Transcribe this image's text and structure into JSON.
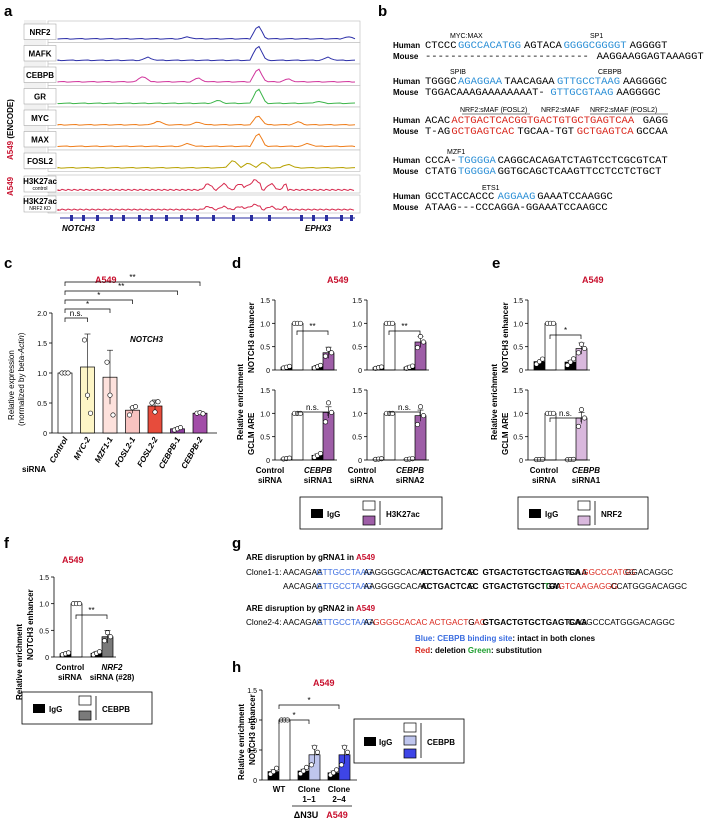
{
  "panel_letters": [
    "a",
    "b",
    "c",
    "d",
    "e",
    "f",
    "g",
    "h"
  ],
  "panel_a": {
    "tracks": [
      "NRF2",
      "MAFK",
      "CEBPB",
      "GR",
      "MYC",
      "MAX",
      "FOSL2"
    ],
    "track_colors": [
      "#2c2fa8",
      "#2c2fa8",
      "#d1359c",
      "#3cb54a",
      "#ef7d1a",
      "#ef7d1a",
      "#b7a100"
    ],
    "group1_cell": "A549",
    "group1_suffix": "(ENCODE)",
    "h3k_tracks": [
      {
        "name": "H3K27ac",
        "sub": "control"
      },
      {
        "name": "H3K27ac",
        "sub": "NRF2 KD"
      }
    ],
    "group2_cell": "A549",
    "genes": [
      "NOTCH3",
      "EPHX3"
    ]
  },
  "panel_b": {
    "labels": {
      "myc_max": "MYC:MAX",
      "sp1": "SP1",
      "spib": "SPIB",
      "cebpb": "CEBPB",
      "nrf2_smaf_fosl2_1": "NRF2:sMAF (FOSL2)",
      "nrf2_smaf": "NRF2:sMAF",
      "nrf2_smaf_fosl2_2": "NRF2:sMAF (FOSL2)",
      "mzf1": "MZF1",
      "ets1": "ETS1"
    },
    "species": [
      "Human",
      "Mouse"
    ],
    "blocks": [
      {
        "human": [
          [
            "CTCCC",
            ""
          ],
          [
            "GGCCACATGG",
            "blue"
          ],
          [
            "AGTACA",
            ""
          ],
          [
            "GGGGCGGGGT",
            "blue"
          ],
          [
            "AGGGGT",
            ""
          ]
        ],
        "mouse": [
          [
            "--------------------------",
            ""
          ],
          [
            "AAGGAAGGAGTAAAGGT",
            ""
          ]
        ]
      },
      {
        "human": [
          [
            "TGGGC",
            ""
          ],
          [
            "AGAGGAA",
            "blue"
          ],
          [
            "TAACAGAA",
            ""
          ],
          [
            "GTTGCCTAAG",
            "blue"
          ],
          [
            "AAGGGGC",
            ""
          ]
        ],
        "mouse": [
          [
            "TGGACAAAGAAAAAAAAT-",
            ""
          ],
          [
            "GTTGCGTAAG",
            "blue"
          ],
          [
            "AAGGGGC",
            ""
          ]
        ]
      },
      {
        "human": [
          [
            "ACAC",
            ""
          ],
          [
            "ACTGACTCACGGTGACTGTGCTGAGTCAA",
            "red"
          ],
          [
            "GAGG",
            ""
          ]
        ],
        "mouse": [
          [
            "T-AG",
            ""
          ],
          [
            "GCTGAGTCAC",
            "red"
          ],
          [
            "TGCAA-TGT",
            ""
          ],
          [
            "GCTGAGTCA",
            "red"
          ],
          [
            "GCCAA",
            ""
          ]
        ]
      },
      {
        "human": [
          [
            "CCCA-",
            ""
          ],
          [
            "TGGGGA",
            "blue"
          ],
          [
            "CAGGCACAGATCTAGTCCTCGCGTCAT",
            ""
          ]
        ],
        "mouse": [
          [
            "CTATG",
            ""
          ],
          [
            "TGGGGA",
            "blue"
          ],
          [
            "GGTGCAGCTCAAGTTCCTCCTCTGCT",
            ""
          ]
        ]
      },
      {
        "human": [
          [
            "GCCTACCACCC",
            ""
          ],
          [
            "AGGAAG",
            "blue"
          ],
          [
            "GAAATCCAAGGC",
            ""
          ]
        ],
        "mouse": [
          [
            "ATAAG---CCCAGGA-GGAAATCCAAGCC",
            ""
          ]
        ]
      }
    ]
  },
  "panel_c": {
    "title": "A549",
    "gene": "NOTCH3",
    "ylabel1": "Relative expression",
    "ylabel2": "(normalized by beta-",
    "ylabel_it": "Actin",
    "ylabel3": ")",
    "axis_title": "siRNA",
    "sig": [
      "n.s.",
      "*",
      "*",
      "**",
      "**"
    ],
    "chart_data": {
      "type": "bar",
      "categories": [
        "Control",
        "MYC-2",
        "MZF1-1",
        "FOSL2-1",
        "FOSL2-2",
        "CEBPB-1",
        "CEBPB-2"
      ],
      "values": [
        1.0,
        1.1,
        0.93,
        0.38,
        0.45,
        0.07,
        0.33
      ],
      "errors": [
        0.02,
        0.55,
        0.45,
        0.05,
        0.1,
        0.02,
        0.02
      ],
      "points": [
        [
          1.0,
          1.0,
          1.0
        ],
        [
          1.55,
          0.63,
          0.33
        ],
        [
          1.18,
          0.63,
          0.3
        ],
        [
          0.3,
          0.42,
          0.44
        ],
        [
          0.5,
          0.35,
          0.52
        ],
        [
          0.05,
          0.07,
          0.09
        ],
        [
          0.33,
          0.34,
          0.32
        ]
      ],
      "colors": [
        "#ffffff",
        "#fdf5c6",
        "#fde1dc",
        "#f8c3c0",
        "#e74c3c",
        "#8e3ea0",
        "#a24da8"
      ],
      "ylim": [
        0,
        2.0
      ],
      "yticks": [
        "0",
        "0.5",
        "1.0",
        "1.5",
        "2.0"
      ]
    }
  },
  "panel_d": {
    "title": "A549",
    "ylabel": "Relative enrichment",
    "row_labels": [
      "NOTCH3",
      "GCLM"
    ],
    "row_suffix": [
      "enhancer",
      "ARE"
    ],
    "sig": [
      "**",
      "**",
      "n.s.",
      "n.s."
    ],
    "x_labels": [
      "Control siRNA",
      "CEBPB siRNA1",
      "Control siRNA",
      "CEBPB siRNA2"
    ],
    "x_top": [
      "Control",
      "CEBPB",
      "Control",
      "CEBPB"
    ],
    "x_bottom": [
      "siRNA",
      "siRNA1",
      "siRNA",
      "siRNA2"
    ],
    "legend": [
      "IgG",
      "H3K27ac"
    ],
    "colors": {
      "igg": "#000000",
      "ab": "#9e5ea7"
    },
    "yticks": [
      "0",
      "0.5",
      "1.0",
      "1.5"
    ],
    "chart_data": {
      "type": "bar",
      "groups": [
        {
          "name": "NOTCH3 enhancer siRNA1",
          "igg": [
            0.06,
            0.07
          ],
          "ab": [
            1.0,
            0.37
          ]
        },
        {
          "name": "NOTCH3 enhancer siRNA2",
          "igg": [
            0.05,
            0.06
          ],
          "ab": [
            1.0,
            0.6
          ]
        },
        {
          "name": "GCLM ARE siRNA1",
          "igg": [
            0.03,
            0.1
          ],
          "ab": [
            1.0,
            1.02
          ]
        },
        {
          "name": "GCLM ARE siRNA2",
          "igg": [
            0.02,
            0.02
          ],
          "ab": [
            1.0,
            0.95
          ]
        }
      ],
      "ylim": [
        0,
        1.5
      ]
    }
  },
  "panel_e": {
    "title": "A549",
    "ylabel": "Relative enrichment",
    "row_labels": [
      "NOTCH3",
      "GCLM"
    ],
    "row_suffix": [
      "enhancer",
      "ARE"
    ],
    "sig": [
      "*",
      "n.s."
    ],
    "x_top": [
      "Control",
      "CEBPB"
    ],
    "x_bottom": [
      "siRNA",
      "siRNA1"
    ],
    "legend": [
      "IgG",
      "NRF2"
    ],
    "colors": {
      "igg": "#000000",
      "ab": "#d9b8dd"
    },
    "yticks": [
      "0",
      "0.5",
      "1.0",
      "1.5"
    ],
    "chart_data": {
      "type": "bar",
      "groups": [
        {
          "name": "NOTCH3 enhancer",
          "igg": [
            0.18,
            0.17
          ],
          "ab": [
            1.0,
            0.46
          ]
        },
        {
          "name": "GCLM ARE",
          "igg": [
            0.01,
            0.01
          ],
          "ab": [
            1.0,
            0.9
          ]
        }
      ],
      "ylim": [
        0,
        1.5
      ]
    }
  },
  "panel_f": {
    "title": "A549",
    "ylabel": "Relative enrichment",
    "row_label": "NOTCH3",
    "row_suffix": "enhancer",
    "sig": "**",
    "x_top": [
      "Control",
      "NRF2"
    ],
    "x_bottom": [
      "siRNA",
      "siRNA (#28)"
    ],
    "legend": [
      "IgG",
      "CEBPB"
    ],
    "colors": {
      "igg": "#000000",
      "ab": "#7a7a7a"
    },
    "yticks": [
      "0",
      "0.5",
      "1.0",
      "1.5"
    ],
    "chart_data": {
      "type": "bar",
      "categories": [
        "Control siRNA",
        "NRF2 siRNA (#28)"
      ],
      "igg": [
        0.06,
        0.07
      ],
      "ab": [
        1.0,
        0.38
      ],
      "ylim": [
        0,
        1.5
      ]
    }
  },
  "panel_g": {
    "gr1_title": "ARE disruption by gRNA1 in",
    "gr1_cell": "A549",
    "clone1": "Clone1-1:",
    "clone1_lines": [
      [
        [
          "AACAGAA",
          "k"
        ],
        [
          "GTTGCCTAAG",
          "blue"
        ],
        [
          "AAGGGGCACAC ",
          "k"
        ],
        [
          "ACTGACTCAC",
          "b"
        ],
        [
          " G ",
          "k"
        ],
        [
          "GTGACTGTGCTGAGTCAA",
          "b"
        ],
        [
          " GA",
          "k"
        ],
        [
          "GGCCCATGG",
          "red"
        ],
        [
          "GGACAGGC",
          "k"
        ]
      ],
      [
        [
          "AACAGAA",
          "k"
        ],
        [
          "GTTGCCTAAG",
          "blue"
        ],
        [
          "AAGGGGCACAC ",
          "k"
        ],
        [
          "ACTGACTCAC",
          "b"
        ],
        [
          " G ",
          "k"
        ],
        [
          "GTGACTGTGCTGA",
          "b"
        ],
        [
          "T",
          "green"
        ],
        [
          "GA",
          "b"
        ],
        [
          "GTCAA",
          "red"
        ],
        [
          " ",
          "k"
        ],
        [
          "GAGGG",
          "red"
        ],
        [
          "CCATGGGACAGGC",
          "k"
        ]
      ]
    ],
    "gr2_title": "ARE disruption by gRNA2 in",
    "gr2_cell": "A549",
    "clone2": "Clone2-4:",
    "clone2_line": [
      [
        "AACAGAA",
        "k"
      ],
      [
        "GTTGCCTAAG",
        "blue"
      ],
      [
        "AA",
        "k"
      ],
      [
        "GGGGCACAC ACTGACTCAC",
        "red"
      ],
      [
        " G ",
        "k"
      ],
      [
        "GTGACTGTGCTGAGTCAA",
        "b"
      ],
      [
        " GAGGCCCATGGGACAGGC",
        "k"
      ]
    ],
    "legend_blue": "Blue: CEBPB binding site",
    "legend_blue_rest": ": intact in both clones",
    "legend_red": "Red",
    "legend_red_rest": ": deletion",
    "legend_green": "Green",
    "legend_green_rest": ": substitution"
  },
  "panel_h": {
    "title": "A549",
    "ylabel": "Relative enrichment",
    "row_label": "NOTCH3",
    "row_suffix": "enhancer",
    "sig": [
      "*",
      "*"
    ],
    "x_labels": [
      "WT",
      "Clone 1–1",
      "Clone 2–4"
    ],
    "x_top": [
      "WT",
      "Clone",
      "Clone"
    ],
    "x_bottom": [
      "",
      "1–1",
      "2–4"
    ],
    "group_label": "ΔN3U",
    "group_cell": "A549",
    "legend": [
      "IgG",
      "CEBPB"
    ],
    "colors": {
      "igg": "#000000",
      "wt": "#ffffff",
      "c11": "#bfc6ee",
      "c24": "#3e45e6"
    },
    "yticks": [
      "0",
      "0.5",
      "1.0",
      "1.5"
    ],
    "chart_data": {
      "type": "bar",
      "categories": [
        "WT",
        "Clone 1–1",
        "Clone 2–4"
      ],
      "igg": [
        0.14,
        0.15,
        0.12
      ],
      "ab": [
        1.0,
        0.42,
        0.42
      ],
      "ylim": [
        0,
        1.5
      ]
    }
  }
}
